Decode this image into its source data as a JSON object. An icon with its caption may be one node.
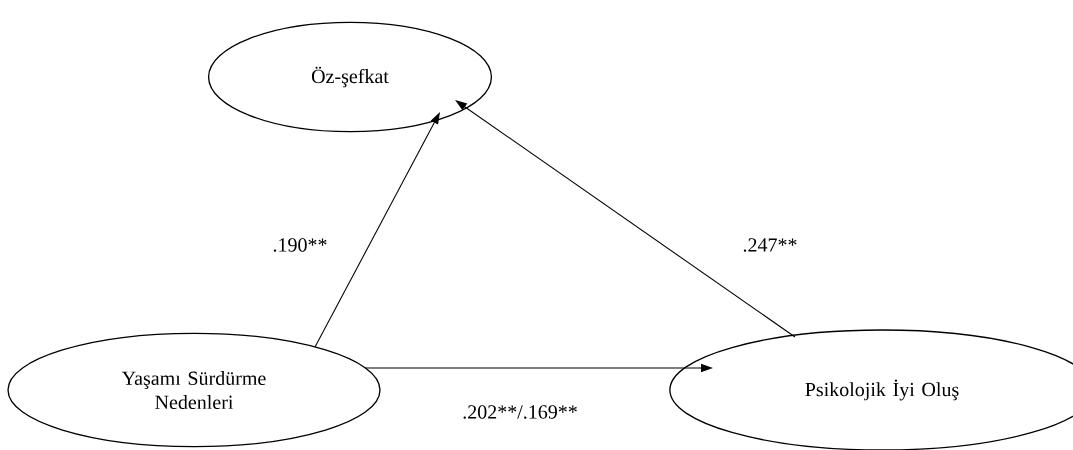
{
  "diagram": {
    "nodes": [
      {
        "text": [
          "Öz-şefkat"
        ]
      },
      {
        "text": [
          "Yaşamı Sürdürme Nedenleri"
        ]
      },
      {
        "text": [
          "Psikolojik İyi Oluş"
        ]
      }
    ],
    "edges": [
      {
        "from": 1,
        "to": 0,
        "arrow": "to",
        "label": ".190**"
      },
      {
        "from": 2,
        "to": 0,
        "arrow": "to",
        "label": ".247**"
      },
      {
        "from": 1,
        "to": 2,
        "arrow": "to",
        "label": ".202**/.169**"
      }
    ]
  }
}
